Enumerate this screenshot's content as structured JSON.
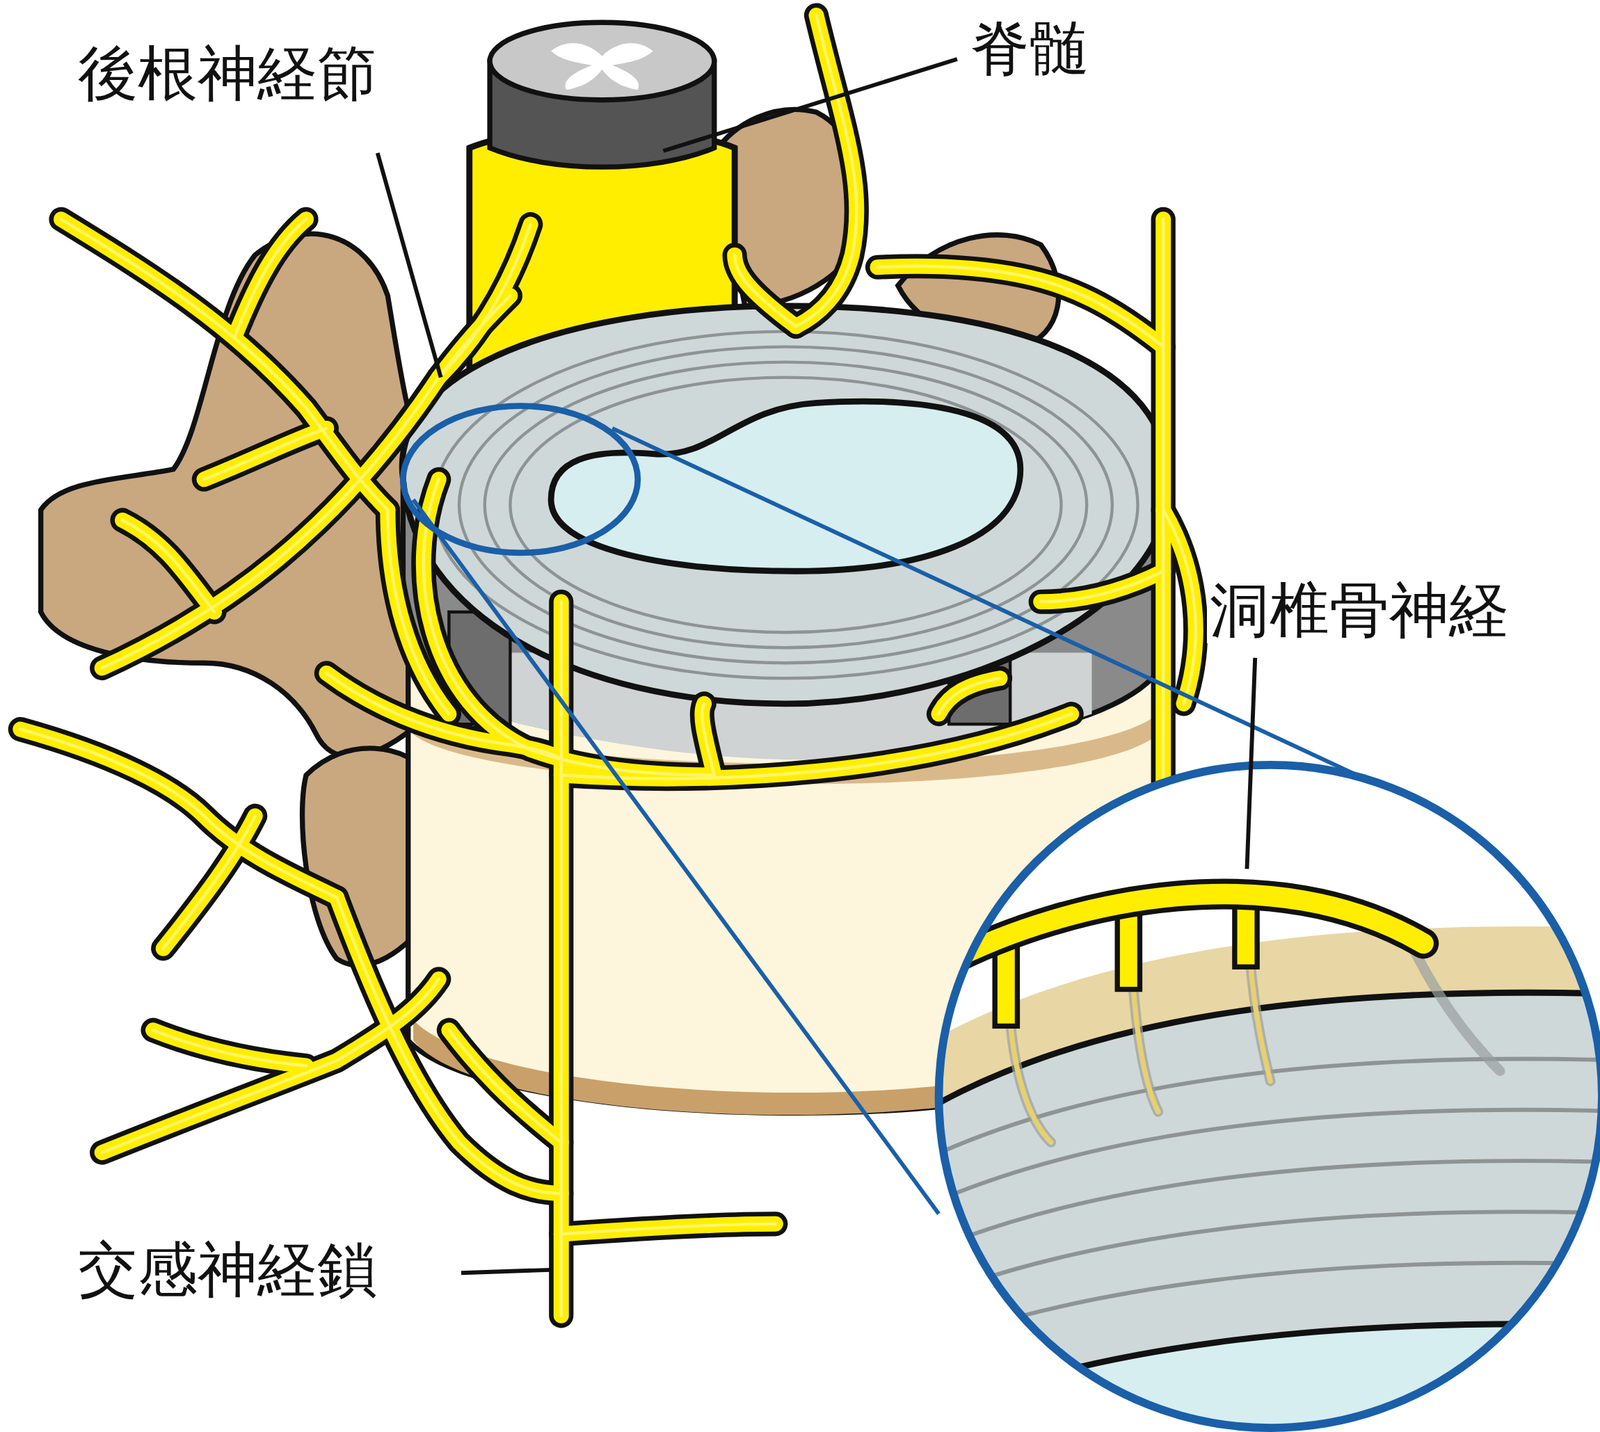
{
  "diagram": {
    "labels": [
      "後根神経節",
      "脊髄",
      "洞椎骨神経",
      "交感神経鎖"
    ]
  }
}
